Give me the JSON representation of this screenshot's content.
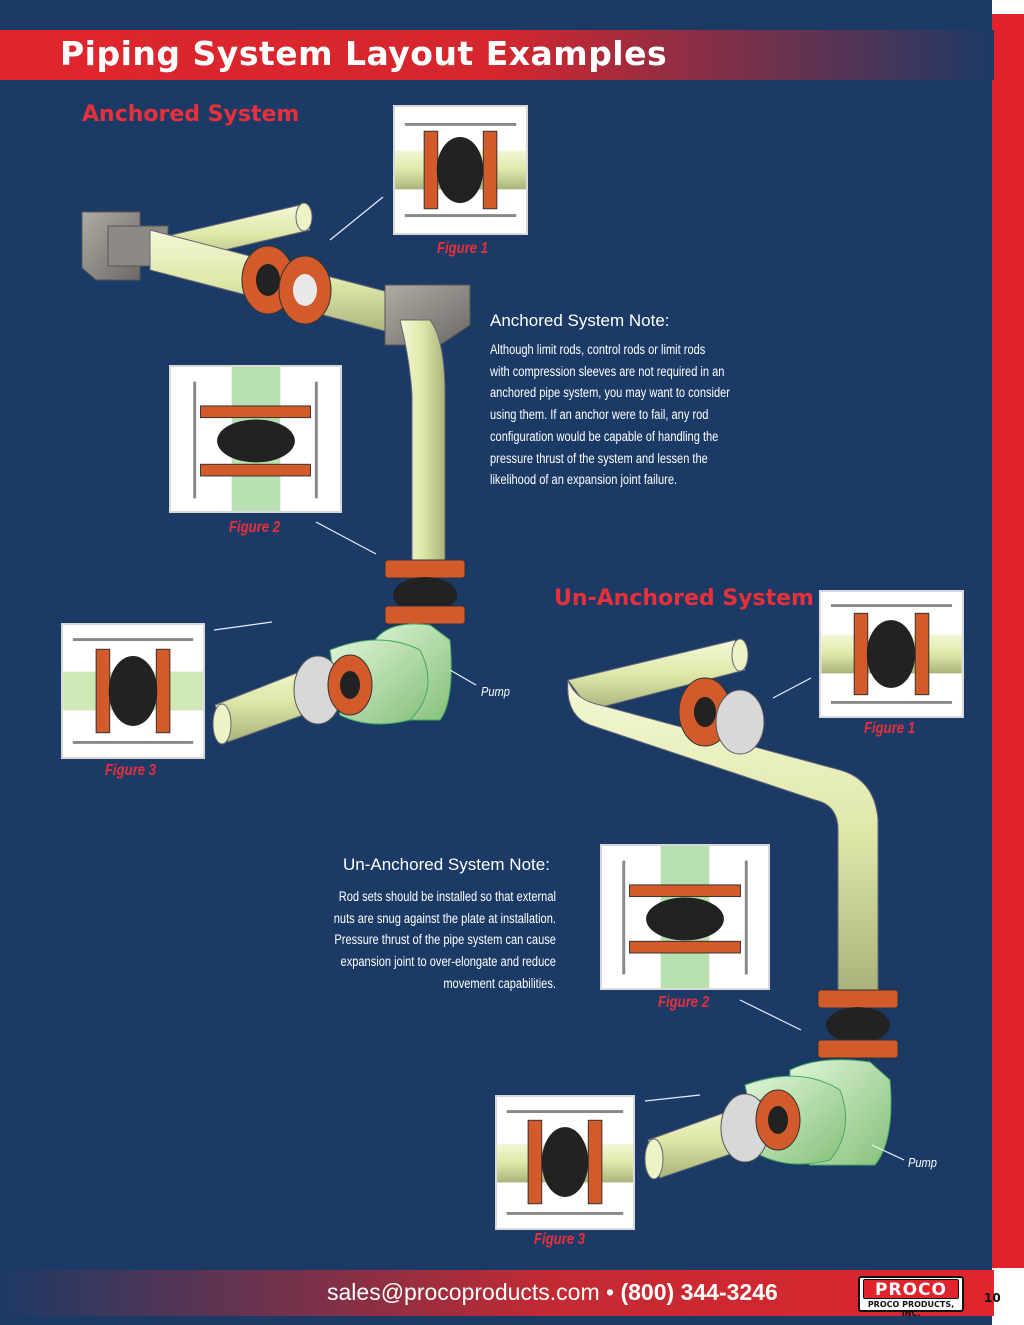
{
  "header": {
    "title": "Piping System Layout Examples"
  },
  "anchored": {
    "heading": "Anchored System",
    "note_title": "Anchored System Note:",
    "note_lines": [
      "Although limit rods, control rods or limit rods",
      "with compression sleeves are not required in an",
      "anchored pipe system, you may want to consider",
      "using them.  If an anchor were to fail, any rod",
      "configuration would be capable of handling the",
      "pressure thrust of the system and lessen the",
      "likelihood of an expansion joint failure."
    ],
    "figure1_label": "Figure 1",
    "figure2_label": "Figure 2",
    "figure3_label": "Figure 3",
    "pump_label": "Pump"
  },
  "unanchored": {
    "heading": "Un-Anchored System",
    "note_title": "Un-Anchored System Note:",
    "note_lines": [
      "Rod sets should be installed so that external",
      "nuts are snug against the plate at installation.",
      "Pressure thrust of the pipe system can cause",
      "expansion joint to over-elongate and reduce",
      "movement capabilities."
    ],
    "figure1_label": "Figure 1",
    "figure2_label": "Figure 2",
    "figure3_label": "Figure 3",
    "pump_label": "Pump"
  },
  "footer": {
    "email": "sales@procoproducts.com",
    "separator": "•",
    "phone": "(800) 344-3246",
    "logo_text": "PROCO",
    "logo_subtext": "PROCO PRODUCTS, INC.",
    "page_number": "10"
  },
  "colors": {
    "background": "#1b3a66",
    "accent_red": "#e1232b",
    "heading_red": "#e8303a",
    "pipe": "#e3ebb0",
    "pump": "#b8e0b0",
    "flange": "#d35a2a",
    "bellows": "#222222"
  }
}
